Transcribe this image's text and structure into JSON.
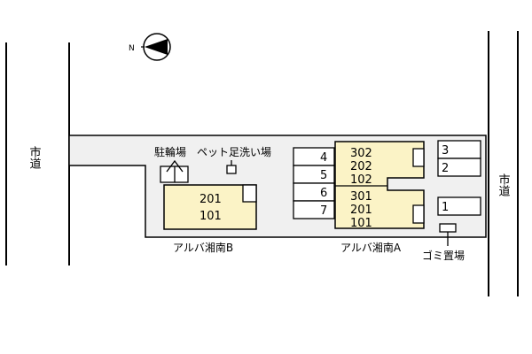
{
  "compass": {
    "north_label": "N",
    "icon": "compass-north-arrow"
  },
  "roads": {
    "left_label": "市道",
    "right_label": "市道"
  },
  "facilities": {
    "bicycle_parking": "駐輪場",
    "pet_footwash": "ペット足洗い場",
    "garbage": "ゴミ置場"
  },
  "buildings": {
    "b": {
      "name": "アルバ湘南B",
      "units": [
        "201",
        "101"
      ]
    },
    "a": {
      "name": "アルバ湘南A",
      "upper_units": [
        "302",
        "202",
        "102"
      ],
      "lower_units": [
        "301",
        "201",
        "101"
      ]
    }
  },
  "parking": {
    "middle": [
      "4",
      "5",
      "6",
      "7"
    ],
    "right": [
      "3",
      "2",
      "1"
    ]
  },
  "colors": {
    "building_fill": "#fbf3c6",
    "lot_fill": "#f0f0f0",
    "line": "#000000"
  }
}
